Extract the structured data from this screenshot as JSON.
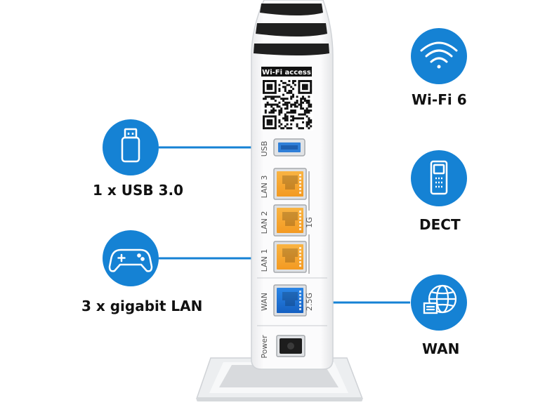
{
  "features": {
    "usb": {
      "label": "1 x USB 3.0",
      "icon": "usb-stick-icon"
    },
    "lan": {
      "label": "3 x gigabit LAN",
      "icon": "gamepad-icon"
    },
    "wifi": {
      "label": "Wi-Fi 6",
      "icon": "wifi-icon"
    },
    "dect": {
      "label": "DECT",
      "icon": "cordless-phone-icon"
    },
    "wan": {
      "label": "WAN",
      "icon": "globe-network-icon"
    }
  },
  "router": {
    "wifi_access_label": "Wi-Fi access",
    "ports": {
      "usb": "USB",
      "lan3": "LAN 3",
      "lan2": "LAN 2",
      "lan1": "LAN 1",
      "lan_speed": "1G",
      "wan": "WAN",
      "wan_speed": "2.5G",
      "power": "Power"
    }
  },
  "colors": {
    "accent_blue": "#1582d4",
    "lan_port_orange": "#f7a531",
    "wan_port_blue": "#1b6fd1",
    "usb_port_blue": "#2f7fd8"
  }
}
